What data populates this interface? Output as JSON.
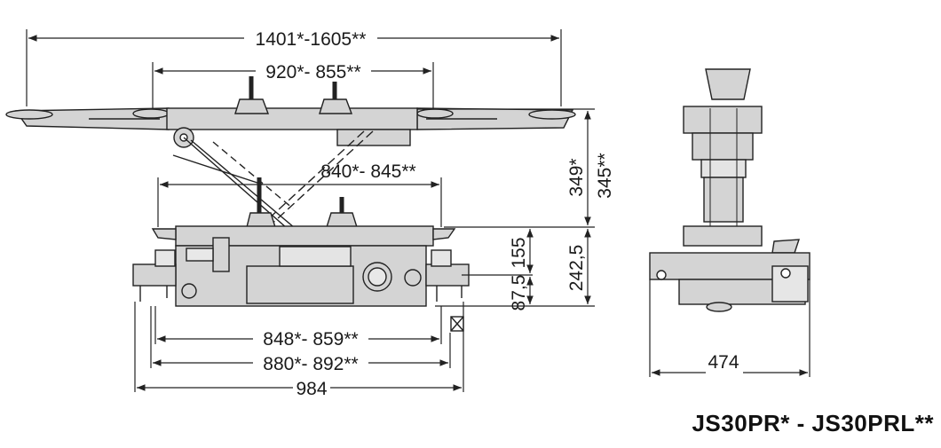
{
  "drawing": {
    "model_label": "JS30PR* - JS30PRL**",
    "dimensions": {
      "arm_span": "1401*-1605**",
      "pad_spacing": "920*- 855**",
      "lower_pad_spacing": "840*- 845**",
      "rail_inner": "848*- 859**",
      "rail_outer": "880*- 892**",
      "overall_length": "984",
      "lift_height_a": "349*",
      "lift_height_b": "345**",
      "height_155": "155",
      "height_242": "242,5",
      "height_87": "87,5",
      "side_width": "474"
    },
    "colors": {
      "body": "#d4d4d4",
      "line": "#222222",
      "dash": "#333333"
    }
  }
}
